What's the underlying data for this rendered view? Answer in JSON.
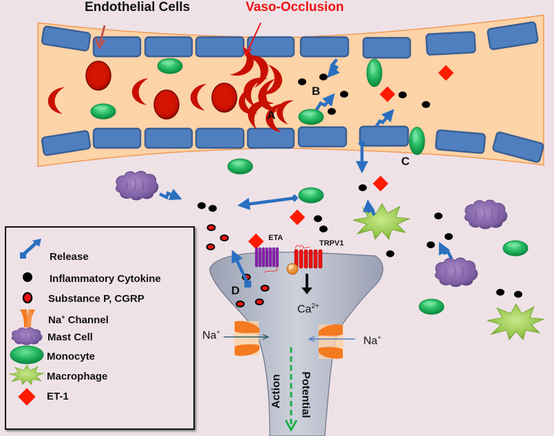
{
  "title": "Sickle cell vaso-occlusion and nociceptor sensitization",
  "labels": {
    "endothelial_cells": "Endothelial Cells",
    "vaso_occlusion": "Vaso-Occlusion",
    "marker_a": "A",
    "marker_b": "B",
    "marker_c": "C",
    "marker_d": "D",
    "eta": "ETA",
    "trpv1": "TRPV1",
    "phospho": "P",
    "calcium": "Ca",
    "calcium_sup": "2+",
    "sodium_left": "Na",
    "sodium_left_sup": "+",
    "sodium_right": "Na",
    "sodium_right_sup": "+",
    "action": "Action",
    "potential": "Potential"
  },
  "legend": {
    "items": [
      {
        "icon": "release-arrow-icon",
        "label": "Release"
      },
      {
        "icon": "inflammatory-cytokine-icon",
        "label": "Inflammatory Cytokine"
      },
      {
        "icon": "substance-p-icon",
        "label": "Substance P, CGRP"
      },
      {
        "icon": "sodium-channel-icon",
        "label": "Na",
        "sup": "+",
        "suffix": " Channel"
      },
      {
        "icon": "mast-cell-icon",
        "label": "Mast Cell"
      },
      {
        "icon": "monocyte-icon",
        "label": "Monocyte"
      },
      {
        "icon": "macrophage-icon",
        "label": "Macrophage"
      },
      {
        "icon": "et1-icon",
        "label": "ET-1"
      }
    ]
  },
  "colors": {
    "background": "#eee2e7",
    "vessel": "#fdd3a8",
    "endothelial": "#4f7fbf",
    "endothelial_border": "#3a5f94",
    "rbc": "#cc1100",
    "monocyte": "#1fb45c",
    "release_arrow": "#2a6fbf",
    "et1": "#ff1a00",
    "cytokine": "#000000",
    "mast_cell": "#8a6aac",
    "macrophage": "#9ccc55",
    "neuron": "#b8bdc9",
    "na_channel": "#f47a20",
    "trpv1": "#ee1111",
    "eta": "#8a1fb0",
    "title_red": "#ee1111"
  }
}
